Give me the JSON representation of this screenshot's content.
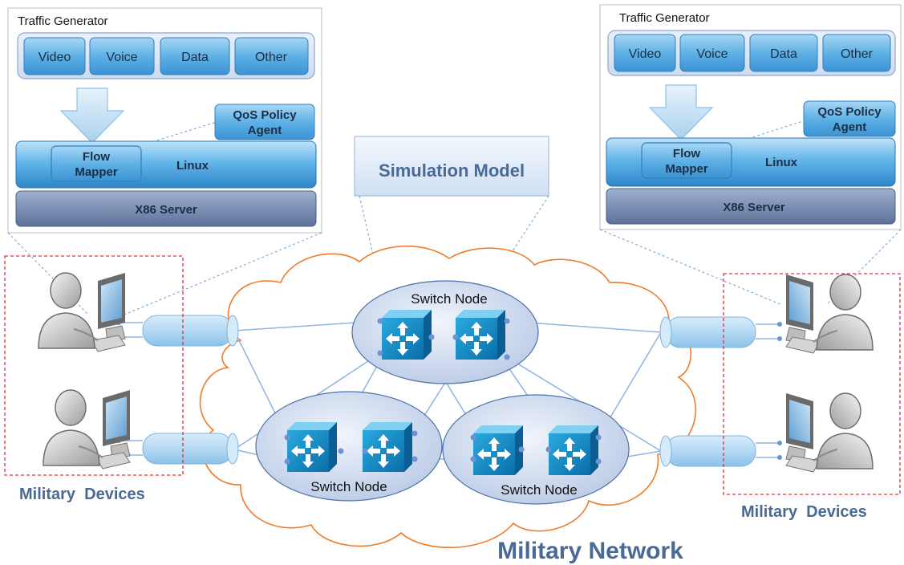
{
  "left_stack": {
    "title": "Traffic Generator",
    "traffic_types": [
      "Video",
      "Voice",
      "Data",
      "Other"
    ],
    "qos_line1": "QoS Policy",
    "qos_line2": "Agent",
    "flow_line1": "Flow",
    "flow_line2": "Mapper",
    "os": "Linux",
    "server": "X86 Server"
  },
  "right_stack": {
    "title": "Traffic Generator",
    "traffic_types": [
      "Video",
      "Voice",
      "Data",
      "Other"
    ],
    "qos_line1": "QoS Policy",
    "qos_line2": "Agent",
    "flow_line1": "Flow",
    "flow_line2": "Mapper",
    "os": "Linux",
    "server": "X86 Server"
  },
  "simulation_model": "Simulation Model",
  "switch_nodes": {
    "top": "Switch Node",
    "bottom_left": "Switch Node",
    "bottom_right": "Switch Node"
  },
  "military_devices_left": "Military  Devices",
  "military_devices_right": "Military  Devices",
  "military_network": "Military Network",
  "colors": {
    "accent_text": "#4a6a96",
    "cloud_border": "#f07b28",
    "link": "#8fb4e3",
    "device_box": "#e0303a"
  }
}
